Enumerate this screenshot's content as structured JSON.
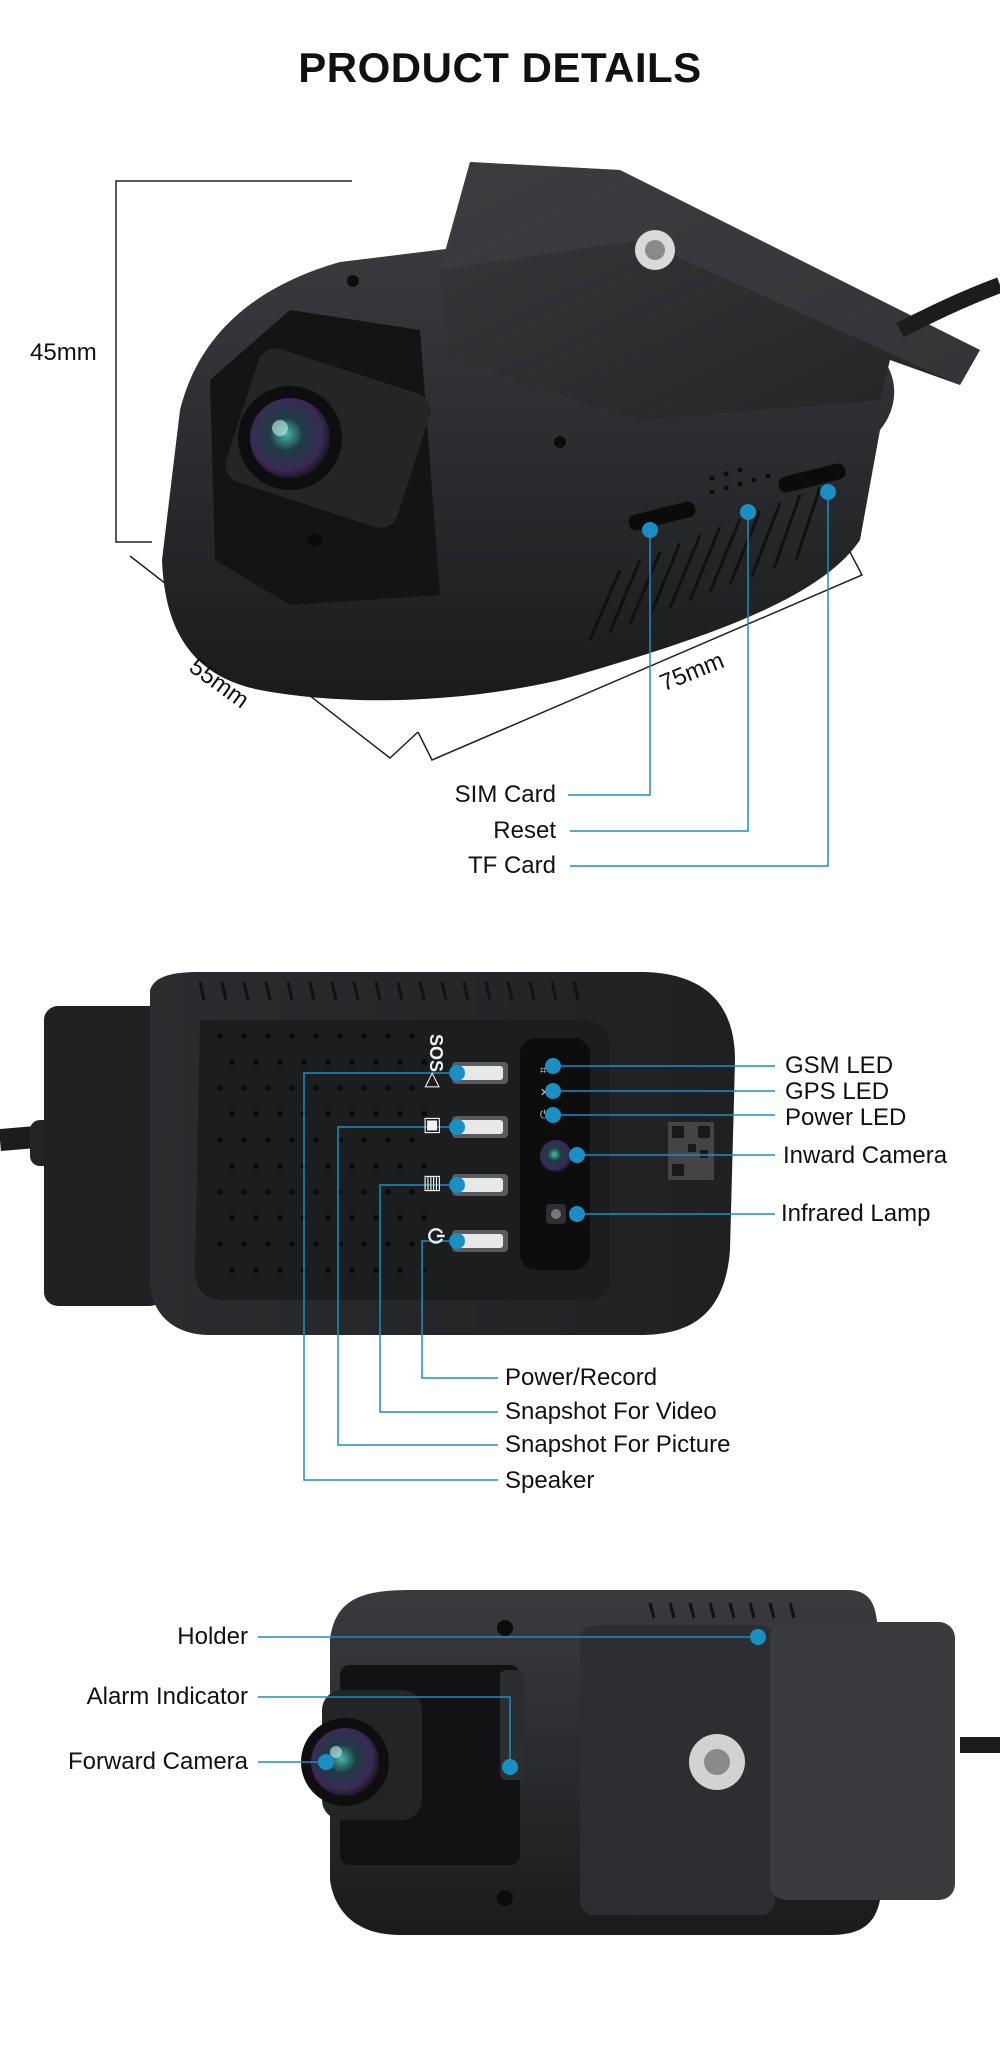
{
  "page": {
    "title": "PRODUCT DETAILS",
    "accent_color": "#1a8fc4",
    "device_color": "#2a2b2e"
  },
  "section1": {
    "dimensions": {
      "height": "45mm",
      "depth": "55mm",
      "width": "75mm"
    },
    "callouts": [
      "SIM Card",
      "Reset",
      "TF Card"
    ]
  },
  "section2": {
    "right_callouts": [
      "GSM LED",
      "GPS LED",
      "Power LED",
      "Inward Camera",
      "Infrared Lamp"
    ],
    "bottom_callouts": [
      "Power/Record",
      "Snapshot For Video",
      "Snapshot For Picture",
      "Speaker"
    ],
    "button_icons": [
      "speaker-sos-icon",
      "camera-icon",
      "video-icon",
      "power-record-icon"
    ],
    "sos_text": "SOS"
  },
  "section3": {
    "left_callouts": [
      "Holder",
      "Alarm Indicator",
      "Forward Camera"
    ]
  }
}
